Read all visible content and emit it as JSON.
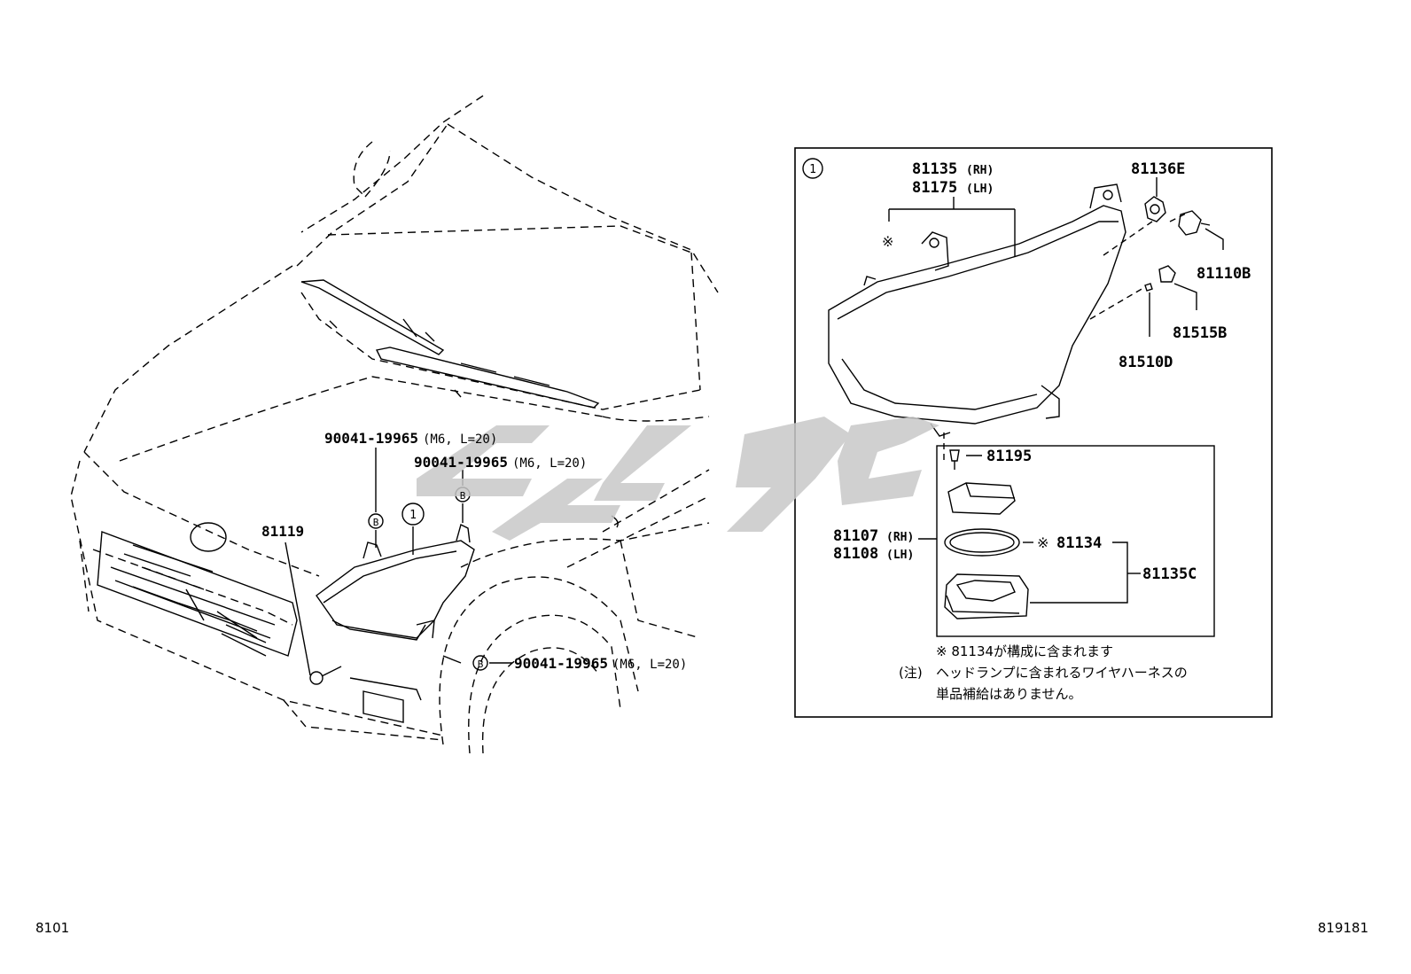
{
  "main_view": {
    "labels": {
      "bolt_left": "90041-19965",
      "bolt_left_spec": "(M6, L=20)",
      "bolt_right": "90041-19965",
      "bolt_right_spec": "(M6, L=20)",
      "bolt_lower": "90041-19965",
      "bolt_lower_spec": "(M6, L=20)",
      "bracket": "81119",
      "marker_b": "B",
      "callout_1": "1"
    }
  },
  "detail_box": {
    "callout_1": "1",
    "labels": {
      "headlamp_rh": "81135",
      "headlamp_rh_side": "(RH)",
      "headlamp_lh": "81175",
      "headlamp_lh_side": "(LH)",
      "socket": "81136E",
      "bulb_hi": "81110B",
      "bulb_side": "81515B",
      "bulb_small": "81510D",
      "screw": "81195",
      "ballast_rh": "81107",
      "ballast_rh_side": "(RH)",
      "ballast_lh": "81108",
      "ballast_lh_side": "(LH)",
      "gasket": "81134",
      "cover": "81135C",
      "ref_mark": "※"
    },
    "note1": "※ 81134が構成に含まれます",
    "note2_prefix": "(注)",
    "note2_line1": "ヘッドランプに含まれるワイヤハーネスの",
    "note2_line2": "単品補給はありません。"
  },
  "footer": {
    "left_code": "8101",
    "right_code": "819181"
  },
  "colors": {
    "line": "#000000",
    "watermark": "#c8c8c8"
  }
}
